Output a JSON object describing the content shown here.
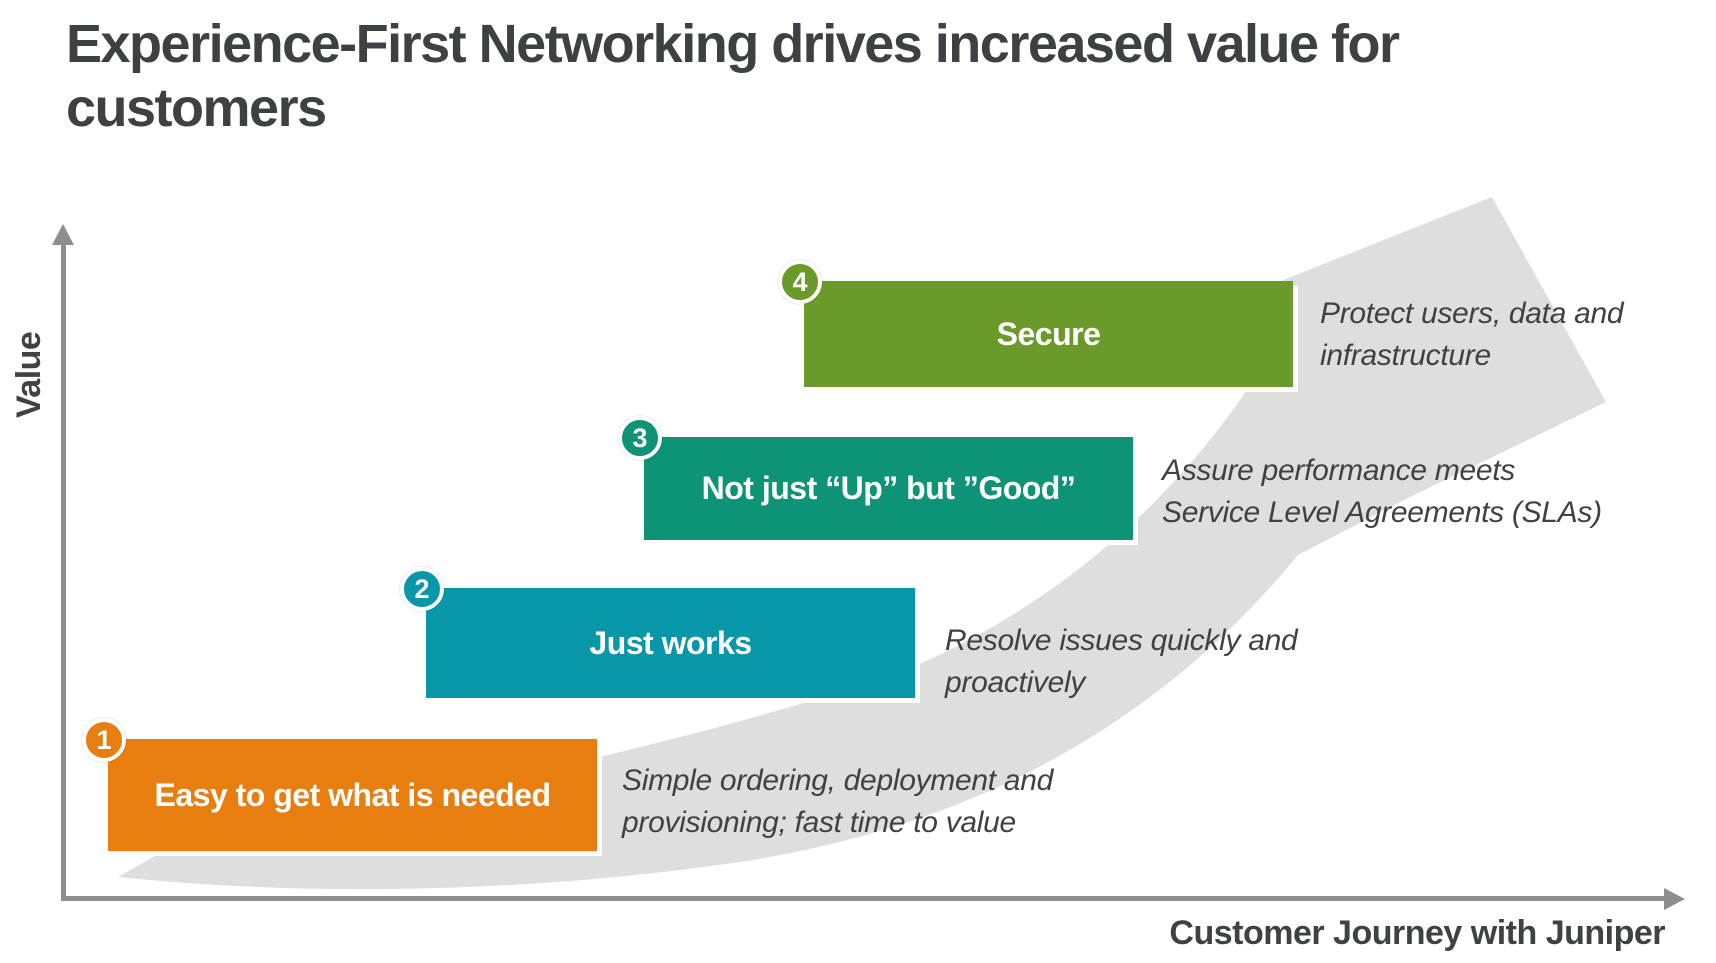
{
  "title_lines": [
    "Experience-First Networking drives increased value for",
    "customers"
  ],
  "axes": {
    "y_label": "Value",
    "x_label": "Customer Journey with Juniper"
  },
  "steps": [
    {
      "number": "1",
      "label": "Easy to get what is needed",
      "caption_lines": [
        "Simple ordering, deployment and",
        "provisioning; fast time to value"
      ],
      "color": "#E87D10"
    },
    {
      "number": "2",
      "label": "Just works",
      "caption_lines": [
        "Resolve issues quickly and",
        "proactively"
      ],
      "color": "#0897A8"
    },
    {
      "number": "3",
      "label": "Not just “Up” but ”Good”",
      "caption_lines": [
        "Assure performance meets",
        "Service Level Agreements (SLAs)"
      ],
      "color": "#0E9376"
    },
    {
      "number": "4",
      "label": "Secure",
      "caption_lines": [
        "Protect users, data and",
        "infrastructure"
      ],
      "color": "#6A9A2A"
    }
  ],
  "colors": {
    "growth_arrow": "#DEDEDE",
    "axis": "#8E8E8E",
    "title_text": "#3E4043",
    "caption_text": "#3F4142",
    "bar_text": "#FFFFFF"
  },
  "icons": {
    "growth_arrow": "up-right-curved-arrow",
    "y_axis_head": "up-arrowhead",
    "x_axis_head": "right-arrowhead"
  }
}
